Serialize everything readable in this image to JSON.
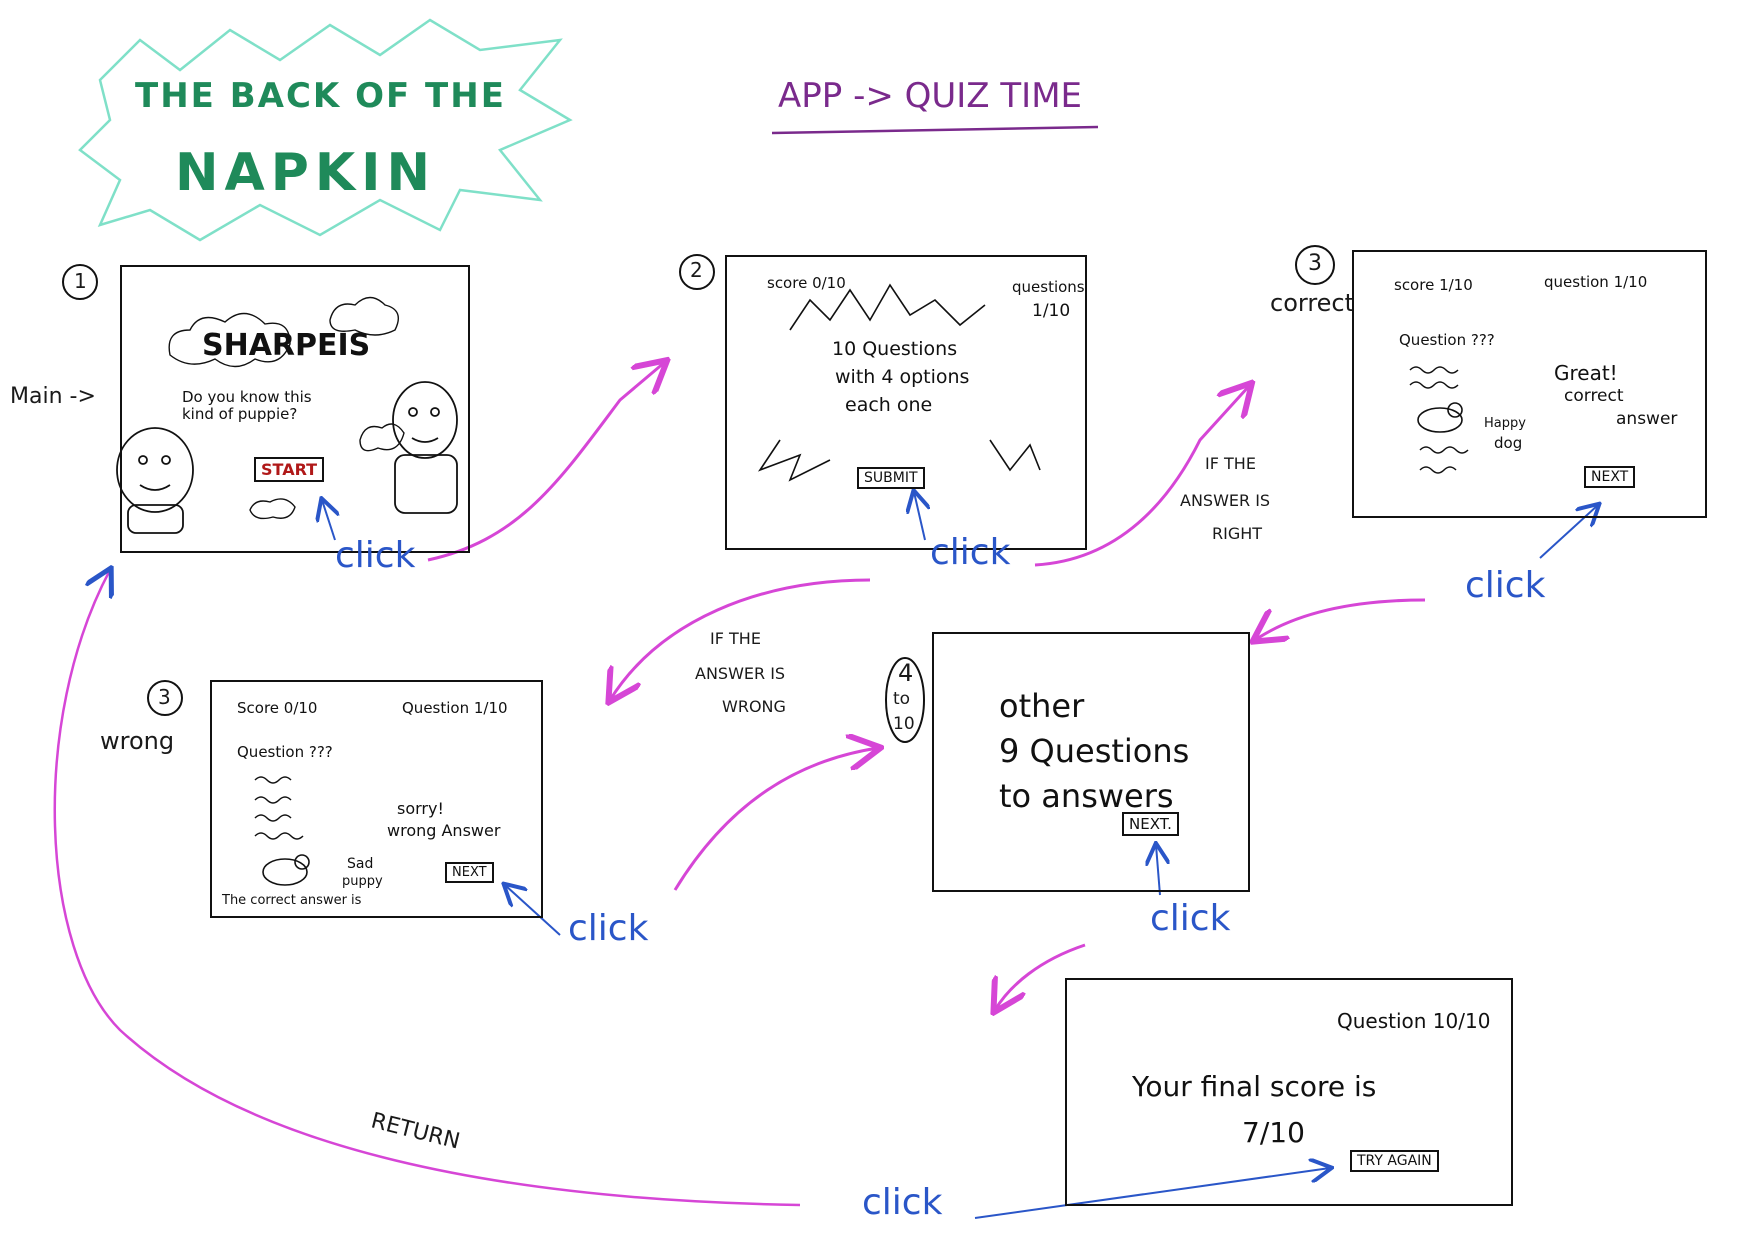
{
  "header": {
    "logo_line1": "THE BACK OF THE",
    "logo_line2": "NAPKIN",
    "title": "APP -> QUIZ TIME"
  },
  "colors": {
    "arrow": "#d646d6",
    "click": "#2a56c8",
    "title": "#7a2a8c",
    "logo": "#1f8a5a"
  },
  "screen1": {
    "number": "1",
    "side_label": "Main ->",
    "title": "SHARPEIS",
    "bubble": "Do you know this kind of puppie?",
    "button": "START"
  },
  "screen2": {
    "number": "2",
    "score": "score 0/10",
    "questions_label": "questions",
    "questions_value": "1/10",
    "body_line1": "10 Questions",
    "body_line2": "with 4 options",
    "body_line3": "each one",
    "button": "SUBMIT"
  },
  "screen3_correct": {
    "number": "3",
    "side_label": "correct",
    "score": "score 1/10",
    "question": "question 1/10",
    "prompt": "Question ???",
    "feedback_line1": "Great!",
    "feedback_line2": "correct",
    "feedback_line3": "answer",
    "dog_line1": "Happy",
    "dog_line2": "dog",
    "button": "NEXT"
  },
  "screen3_wrong": {
    "number": "3",
    "side_label": "wrong",
    "score": "Score 0/10",
    "question": "Question 1/10",
    "prompt": "Question ???",
    "feedback_line1": "sorry!",
    "feedback_line2": "wrong Answer",
    "dog_line1": "Sad",
    "dog_line2": "puppy",
    "correct_answer": "The correct answer is",
    "button": "NEXT"
  },
  "screen4": {
    "number_top": "4",
    "number_mid": "to",
    "number_bottom": "10",
    "line1": "other",
    "line2": "9 Questions",
    "line3": "to answers",
    "button": "NEXT."
  },
  "screen_final": {
    "question": "Question 10/10",
    "line1": "Your final score is",
    "line2": "7/10",
    "button": "TRY AGAIN"
  },
  "annotations": {
    "if_right_1": "IF THE",
    "if_right_2": "ANSWER IS",
    "if_right_3": "RIGHT",
    "if_wrong_1": "IF THE",
    "if_wrong_2": "ANSWER IS",
    "if_wrong_3": "WRONG",
    "return": "RETURN",
    "click": "click"
  }
}
